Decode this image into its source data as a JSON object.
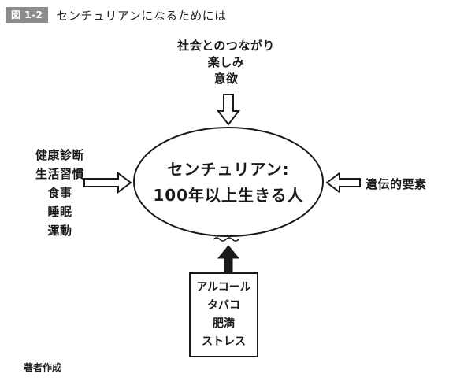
{
  "figure": {
    "badge": "図 1-2",
    "title": "センチュリアンになるためには",
    "source_note": "著者作成"
  },
  "center": {
    "line1": "センチュリアン:",
    "line2": "100年以上生きる人"
  },
  "top_factors": [
    "社会とのつながり",
    "楽しみ",
    "意欲"
  ],
  "left_factors": [
    "健康診断",
    "生活習慣",
    "食事",
    "睡眠",
    "運動"
  ],
  "right_factors": [
    "遺伝的要素"
  ],
  "bottom_factors": [
    "アルコール",
    "タバコ",
    "肥満",
    "ストレス"
  ]
}
